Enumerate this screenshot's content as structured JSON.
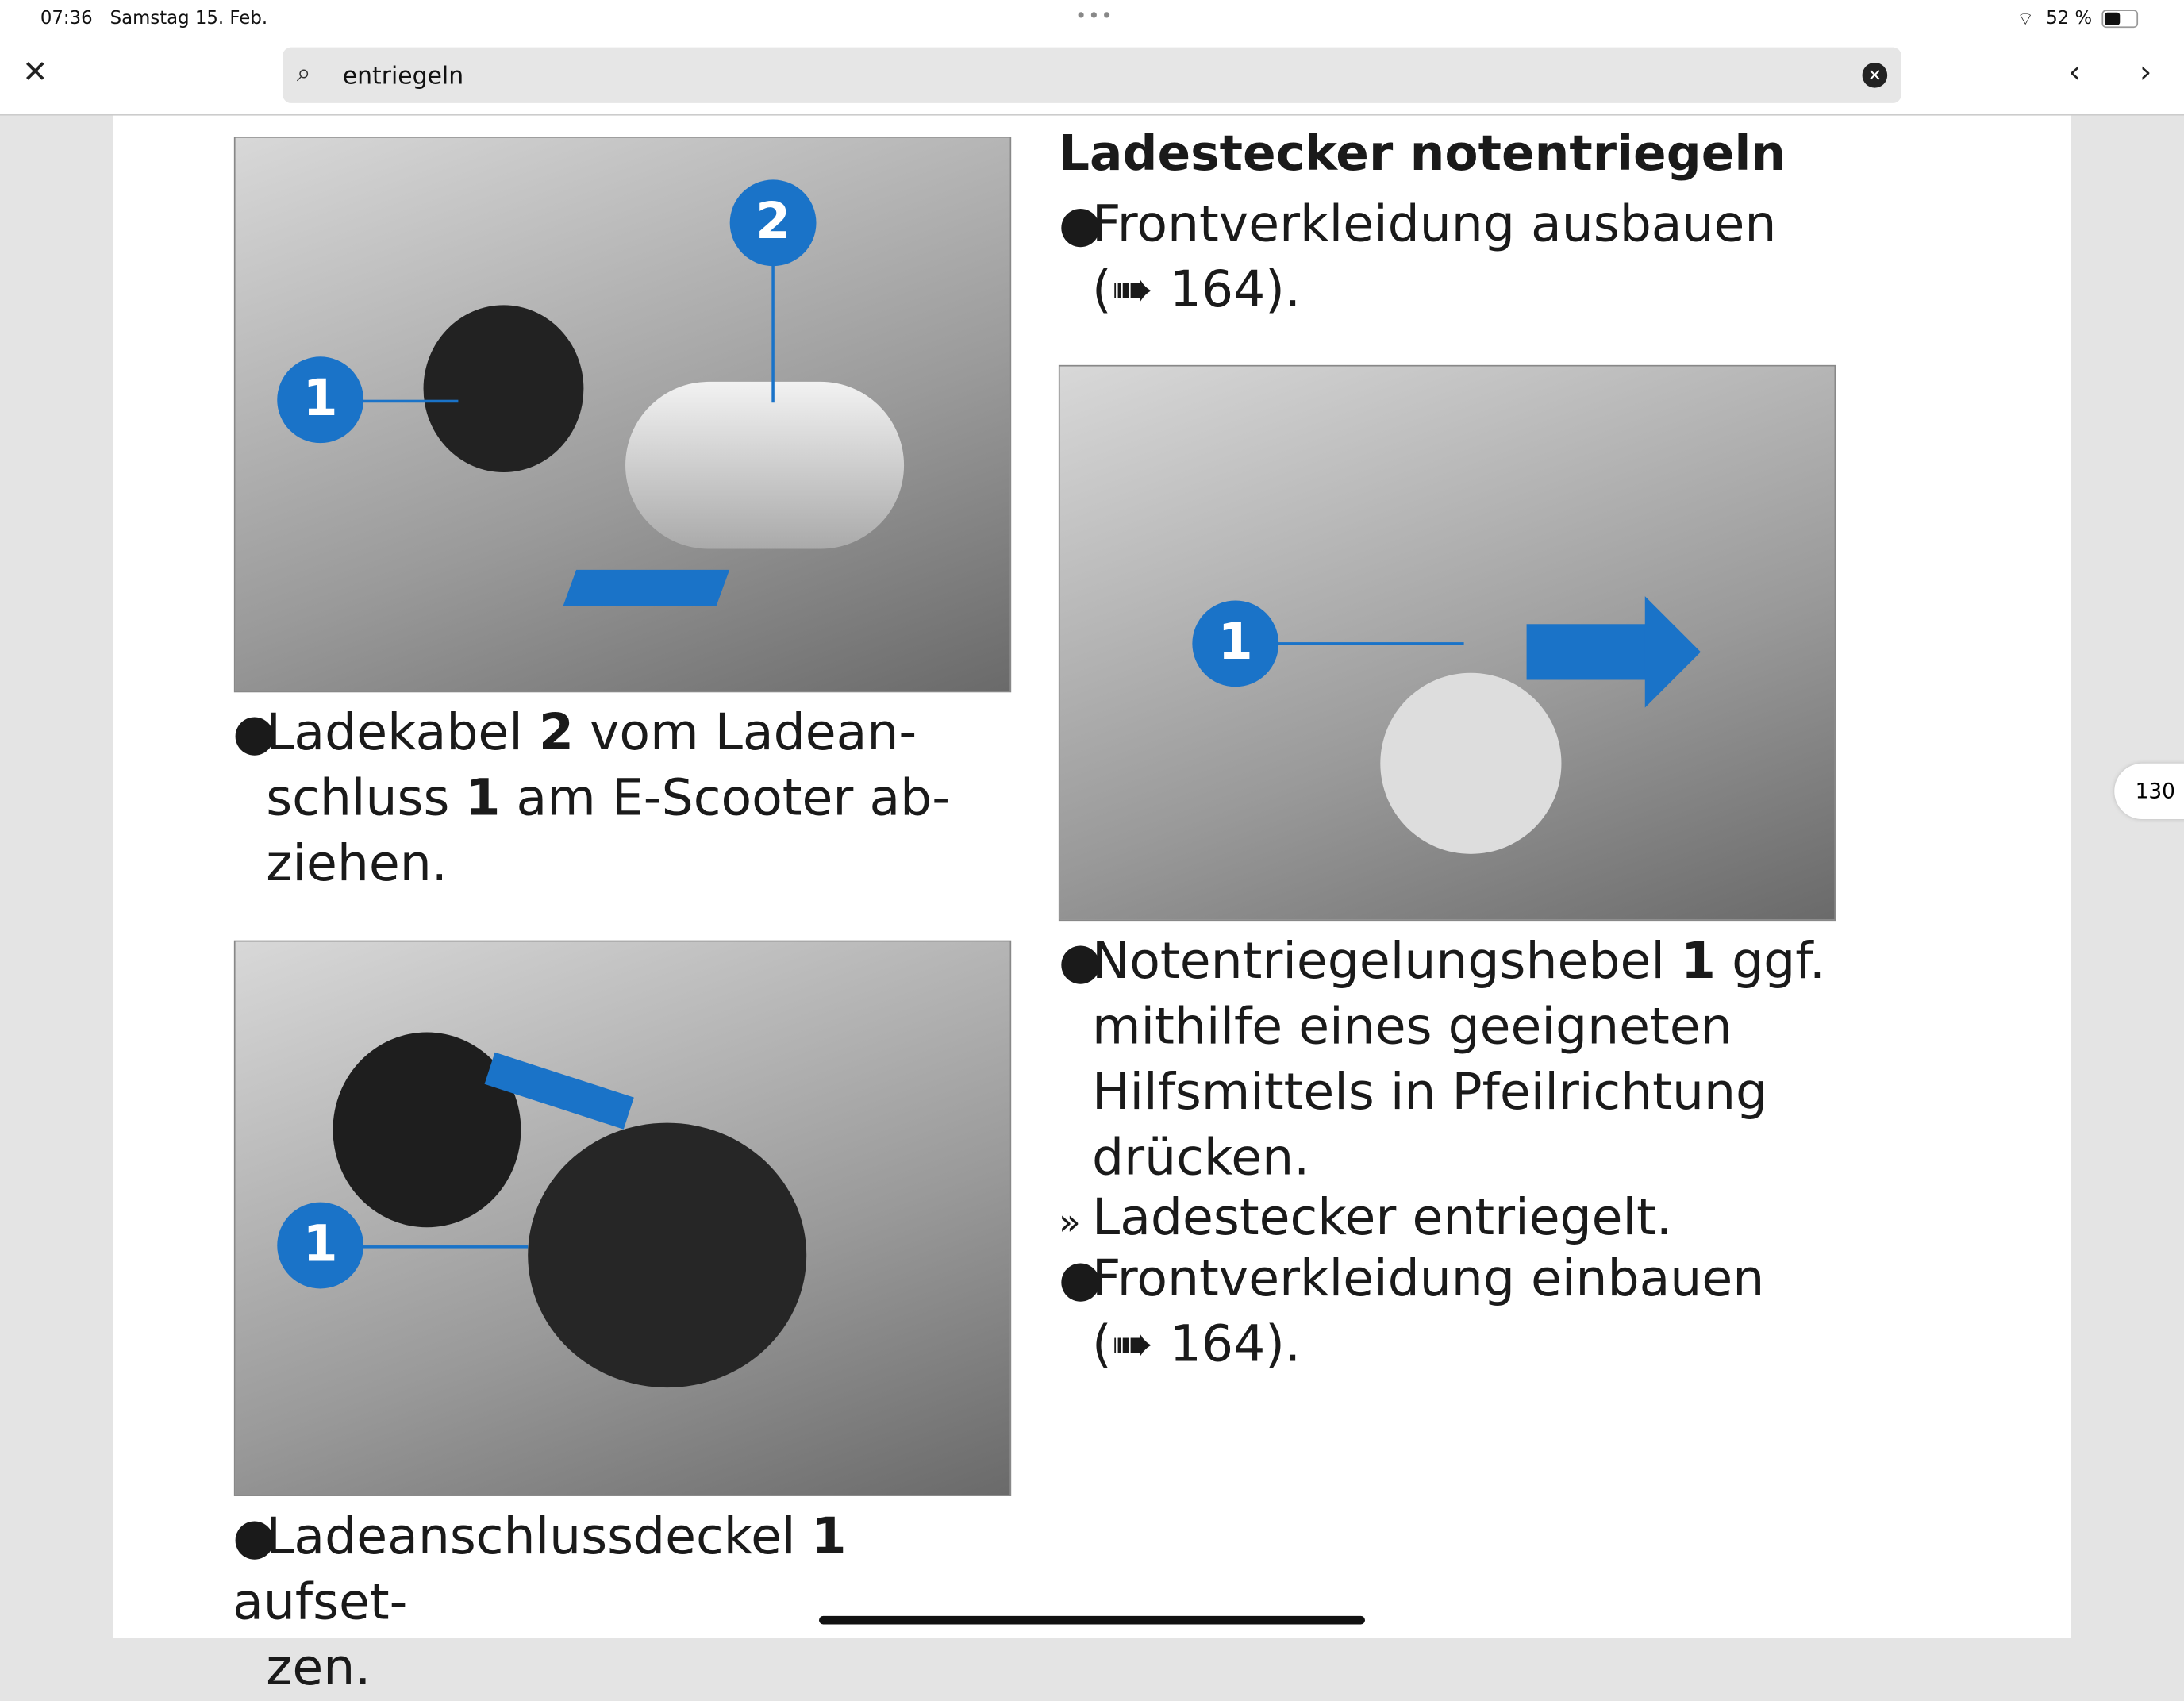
{
  "status": {
    "time": "07:36",
    "date": "Samstag 15. Feb.",
    "battery": "52 %"
  },
  "search": {
    "value": "entriegeln"
  },
  "page_number": "130",
  "heading": "Ladestecker notentriegeln",
  "left": {
    "fig1_callouts": [
      "1",
      "2"
    ],
    "step1": {
      "a": "Ladekabel ",
      "b1": "2",
      "c": " vom Ladean-",
      "d": "schluss ",
      "b2": "1",
      "e": " am E-Scooter ab-",
      "f": "ziehen."
    },
    "fig2_callouts": [
      "1"
    ],
    "step2": {
      "a": "Ladeanschlussdeckel ",
      "b": "1",
      "c": " aufset-",
      "d": "zen."
    }
  },
  "right": {
    "step1": {
      "a": "Frontverkleidung ausbauen",
      "b": "(",
      "ref": "164)."
    },
    "fig3_callouts": [
      "1"
    ],
    "step2": {
      "a": "Notentriegelungshebel ",
      "b": "1",
      "c": " ggf.",
      "d": "mithilfe eines geeigneten",
      "e": "Hilfsmittels in Pfeilrichtung",
      "f": "drücken."
    },
    "result": "Ladestecker entriegelt.",
    "step3": {
      "a": "Frontverkleidung einbauen",
      "b": "(",
      "ref": "164)."
    }
  }
}
